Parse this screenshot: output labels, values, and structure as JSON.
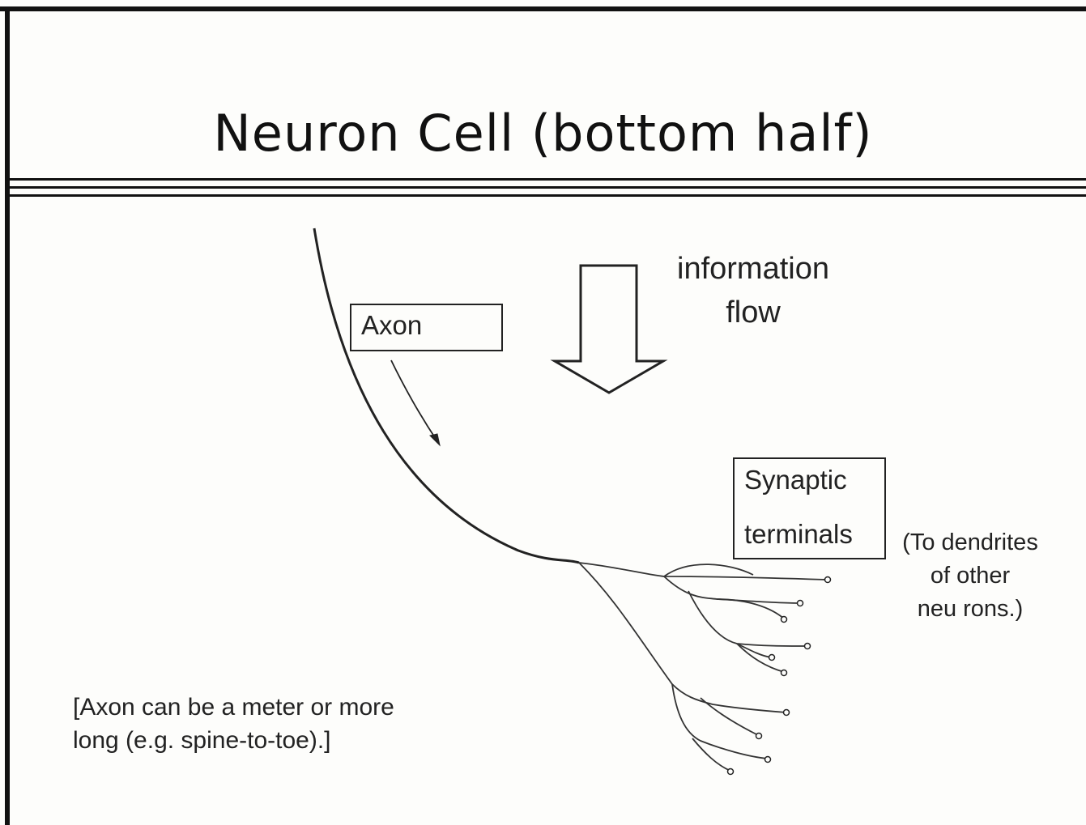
{
  "title": "Neuron Cell (bottom half)",
  "labels": {
    "axon": "Axon",
    "information_flow_line1": "information",
    "information_flow_line2": "flow",
    "synaptic_line1": "Synaptic",
    "synaptic_line2": "terminals",
    "dendrites_line1": "(To dendrites",
    "dendrites_line2": "of other",
    "dendrites_line3": "neu rons.)",
    "note_line1": "[Axon can be a meter or more",
    "note_line2": "long (e.g. spine-to-toe).]"
  },
  "colors": {
    "background": "#fdfdfb",
    "line": "#222222"
  }
}
